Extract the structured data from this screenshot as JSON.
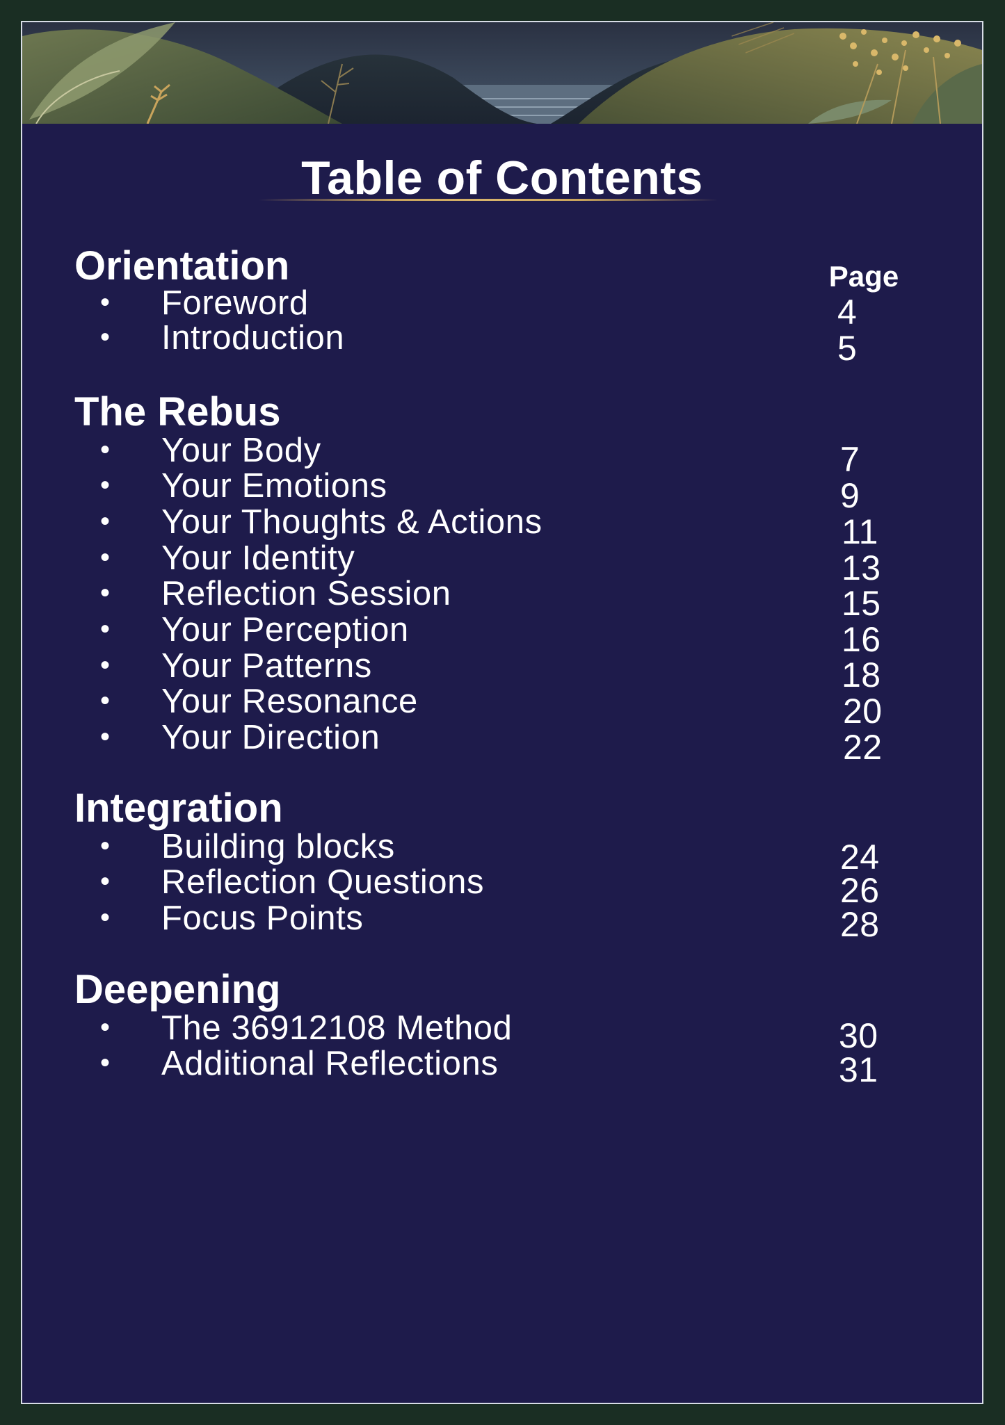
{
  "title": "Table of Contents",
  "page_column_header": "Page",
  "bullet": "•",
  "sections": [
    {
      "heading": "Orientation",
      "items": [
        {
          "label": "Foreword",
          "page": "4"
        },
        {
          "label": "Introduction",
          "page": "5"
        }
      ]
    },
    {
      "heading": "The Rebus",
      "items": [
        {
          "label": "Your Body",
          "page": "7"
        },
        {
          "label": "Your Emotions",
          "page": "9"
        },
        {
          "label": "Your Thoughts & Actions",
          "page": "11"
        },
        {
          "label": "Your Identity",
          "page": "13"
        },
        {
          "label": "Reflection Session",
          "page": "15"
        },
        {
          "label": "Your Perception",
          "page": "16"
        },
        {
          "label": "Your Patterns",
          "page": "18"
        },
        {
          "label": "Your Resonance",
          "page": "20"
        },
        {
          "label": "Your Direction",
          "page": "22"
        }
      ]
    },
    {
      "heading": "Integration",
      "items": [
        {
          "label": "Building blocks",
          "page": "24"
        },
        {
          "label": "Reflection Questions",
          "page": "26"
        },
        {
          "label": "Focus Points",
          "page": "28"
        }
      ]
    },
    {
      "heading": "Deepening",
      "items": [
        {
          "label": "The 36912108 Method",
          "page": "30"
        },
        {
          "label": "Additional Reflections",
          "page": "31"
        }
      ]
    }
  ],
  "colors": {
    "background": "#1e1b4b",
    "outer": "#1a2e23",
    "accent_gold": "#c9a45c",
    "text": "#ffffff"
  }
}
